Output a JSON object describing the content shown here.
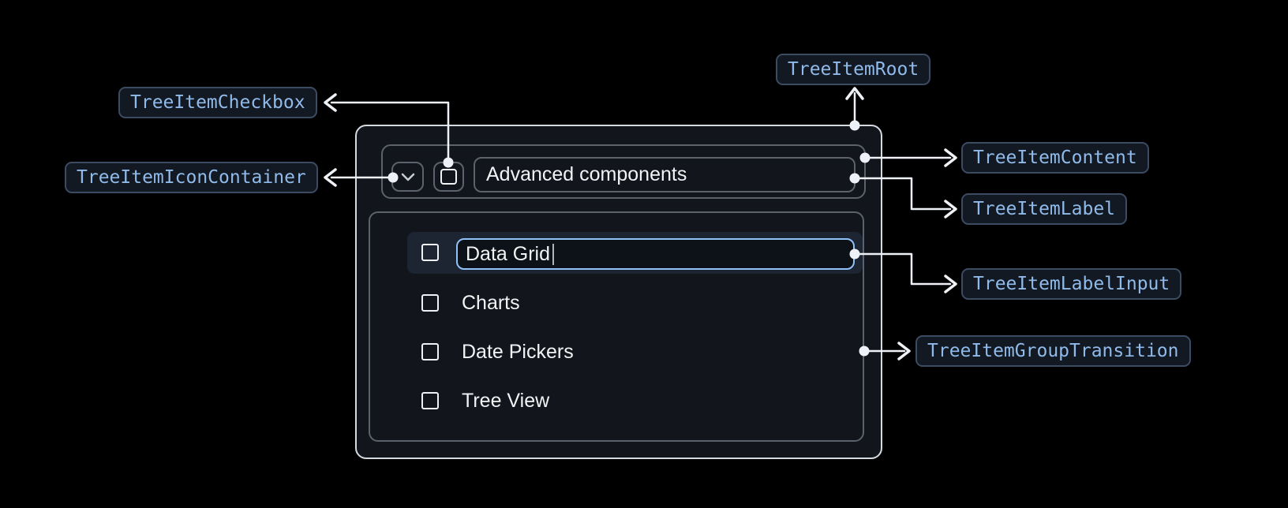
{
  "page": {
    "background": "#000000"
  },
  "anatomy_labels": {
    "checkbox": "TreeItemCheckbox",
    "icon_container": "TreeItemIconContainer",
    "root": "TreeItemRoot",
    "content": "TreeItemContent",
    "label": "TreeItemLabel",
    "label_input": "TreeItemLabelInput",
    "group_transition": "TreeItemGroupTransition"
  },
  "tree": {
    "parent_label": "Advanced components",
    "editing_item": {
      "value": "Data Grid"
    },
    "items": [
      "Charts",
      "Date Pickers",
      "Tree View"
    ]
  },
  "icons": {
    "expand": "chevron-down-icon",
    "checkbox": "checkbox-unchecked-icon"
  },
  "colors": {
    "page_bg": "#000000",
    "annotation_text": "#90baea",
    "annotation_border": "#3b4b61",
    "annotation_bg": "#121922",
    "root_border": "#d5dae1",
    "root_bg": "#12161c",
    "inner_border": "#5b626b",
    "selected_row_bg": "#1c2531",
    "input_border": "#90c1f9",
    "input_bg": "#0d1218",
    "text": "#f1f3f5",
    "connector": "#eef1f5"
  }
}
